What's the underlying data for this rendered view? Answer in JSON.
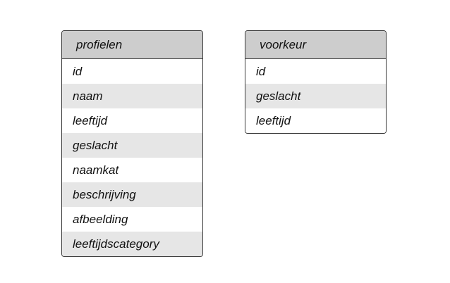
{
  "tables": [
    {
      "title": "profielen",
      "fields": [
        "id",
        "naam",
        "leeftijd",
        "geslacht",
        "naamkat",
        "beschrijving",
        "afbeelding",
        "leeftijdscategory"
      ]
    },
    {
      "title": "voorkeur",
      "fields": [
        "id",
        "geslacht",
        "leeftijd"
      ]
    }
  ]
}
